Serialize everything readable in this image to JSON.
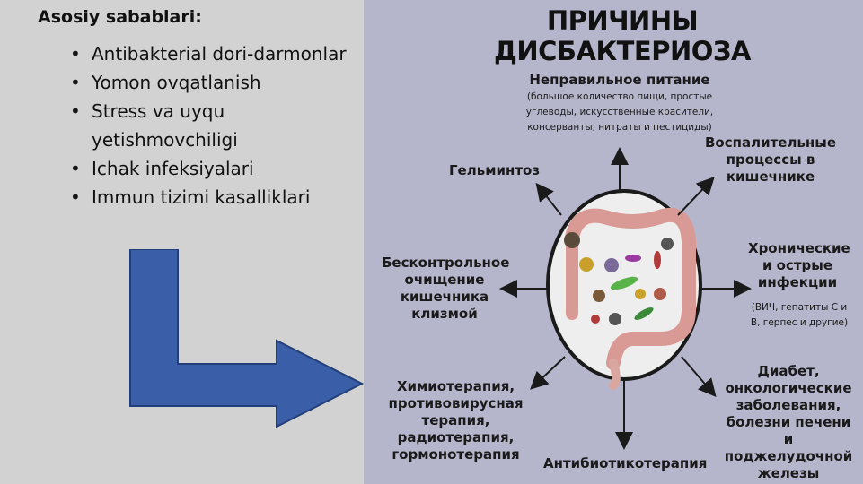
{
  "left": {
    "heading": "Asosiy sabablari:",
    "bullets": [
      "Antibakterial dori-darmonlar",
      "Yomon ovqatlanish",
      "Stress va uyqu yetishmovchiligi",
      "Ichak infeksiyalari",
      "Immun tizimi kasalliklari"
    ]
  },
  "diagram": {
    "title": "ПРИЧИНЫ ДИСБАКТЕРИОЗА",
    "nutrition": {
      "label": "Неправильное питание",
      "sub": "(большое количество пищи, простые углеводы, искусственные красители, консерванты, нитраты и пестициды)"
    },
    "inflammation": "Воспалительные процессы в кишечнике",
    "helminth": "Гельминтоз",
    "infections": {
      "label": "Хронические и острые инфекции",
      "sub": "(ВИЧ, гепатиты С и В, герпес и другие)"
    },
    "enema": "Бесконтрольное очищение кишечника клизмой",
    "chemo": "Химиотерапия, противовирусная терапия, радиотерапия, гормонотерапия",
    "diabetes": "Диабет, онкологические заболевания, болезни печени и поджелудочной железы",
    "antibiotic": "Антибиотикотерапия"
  },
  "colors": {
    "arrow_blue": "#3a5fa8",
    "diagram_bg": "#b5b6cb",
    "slide_bg": "#d2d2d2",
    "watermark_green": "#9fe3c4"
  }
}
